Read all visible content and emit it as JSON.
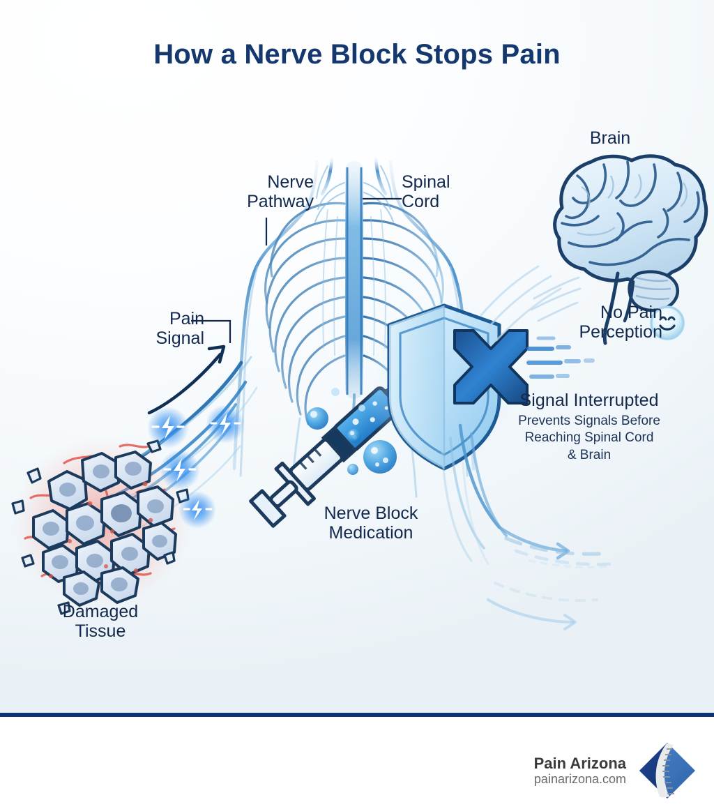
{
  "title": "How a Nerve Block Stops Pain",
  "labels": {
    "brain": "Brain",
    "nerve_pathway": "Nerve\nPathway",
    "spinal_cord": "Spinal\nCord",
    "pain_signal": "Pain\nSignal",
    "no_pain_perception": "No Pain\nPerception",
    "damaged_tissue": "Damaged\nTissue",
    "nerve_block_medication": "Nerve Block\nMedication"
  },
  "callout": {
    "heading": "Signal Interrupted",
    "line1": "Prevents Signals Before",
    "line2": "Reaching Spinal Cord",
    "line3": "& Brain"
  },
  "icons": {
    "brain": "brain-icon",
    "smiley": "smiley-face-icon",
    "syringe": "syringe-icon",
    "shield": "shield-icon",
    "x_mark": "x-block-icon",
    "lightning": "lightning-bolt-icon",
    "droplet": "droplet-icon",
    "cells": "damaged-cells-icon",
    "logo": "pain-arizona-logo"
  },
  "footer": {
    "brand_name": "Pain Arizona",
    "brand_url": "painarizona.com"
  },
  "colors": {
    "title_navy": "#14386e",
    "text_navy": "#12294d",
    "accent_blue": "#2a7fd4",
    "deep_blue": "#1b5a96",
    "outline_navy": "#15385f",
    "inflammation_red": "#e2524a",
    "divider_navy": "#0f3271",
    "logo_dark": "#1c3f86",
    "logo_light": "#3b77c4",
    "background": "#eaf1f6"
  }
}
